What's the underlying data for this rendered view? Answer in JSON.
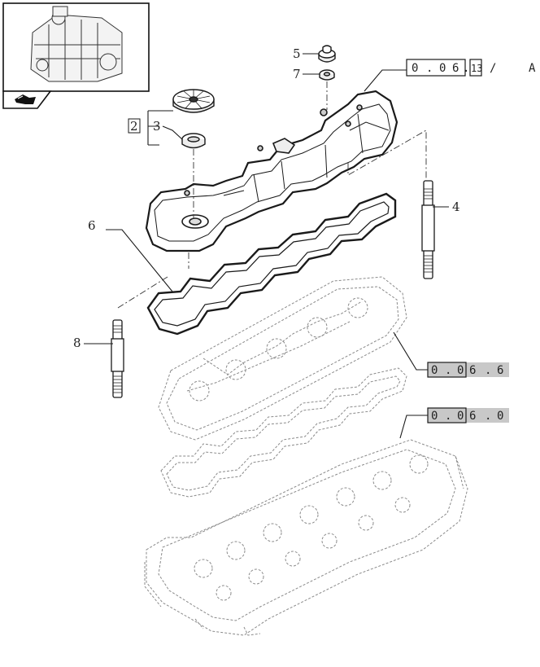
{
  "diagram": {
    "callouts": [
      {
        "id": "c5",
        "label": "5"
      },
      {
        "id": "c7",
        "label": "7"
      },
      {
        "id": "c2",
        "label": "2"
      },
      {
        "id": "c3",
        "label": "3"
      },
      {
        "id": "c4",
        "label": "4"
      },
      {
        "id": "c6",
        "label": "6"
      },
      {
        "id": "c8",
        "label": "8"
      }
    ],
    "refs": {
      "top": {
        "chars": [
          "0",
          ".",
          "0",
          "6",
          ".",
          "13",
          "/",
          "A"
        ]
      },
      "mid": {
        "chars": [
          "0",
          ".",
          "0",
          "6",
          ".",
          "6"
        ]
      },
      "low": {
        "chars": [
          "0",
          ".",
          "0",
          "6",
          ".",
          "0"
        ]
      }
    },
    "nav_icon": "next-page-arrow-icon",
    "thumbnail_icon": "engine-thumbnail-icon",
    "colors": {
      "ref_highlight": "#c8c8c8",
      "line": "#1a1a1a",
      "ghost": "#8a8a8a"
    }
  }
}
